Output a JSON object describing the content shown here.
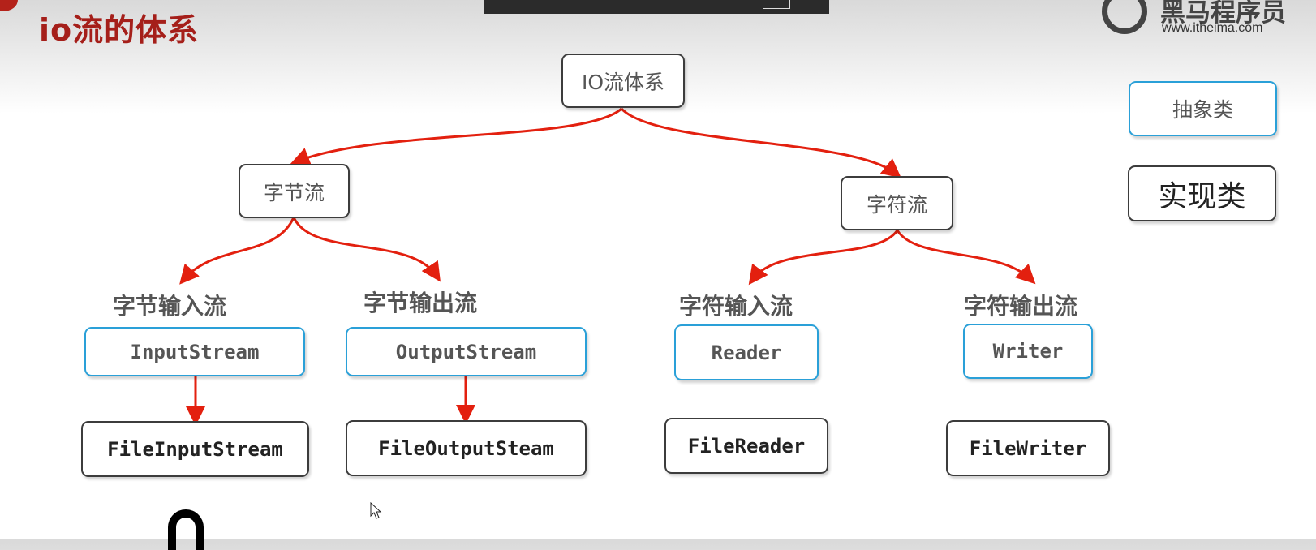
{
  "slide": {
    "title": "io流的体系"
  },
  "logo": {
    "brand": "黑马程序员",
    "url": "www.itheima.com"
  },
  "diagram": {
    "root": "IO流体系",
    "byte_stream": "字节流",
    "char_stream": "字符流",
    "byte_input": {
      "heading": "字节输入流",
      "abstract": "InputStream",
      "impl": "FileInputStream"
    },
    "byte_output": {
      "heading": "字节输出流",
      "abstract": "OutputStream",
      "impl": "FileOutputSteam"
    },
    "char_input": {
      "heading": "字符输入流",
      "abstract": "Reader",
      "impl": "FileReader"
    },
    "char_output": {
      "heading": "字符输出流",
      "abstract": "Writer",
      "impl": "FileWriter"
    }
  },
  "legend": {
    "abstract_class": "抽象类",
    "impl_class": "实现类"
  },
  "colors": {
    "arrow": "#e3200f",
    "abstract_border": "#2aa0d8",
    "title": "#a51f1a"
  }
}
